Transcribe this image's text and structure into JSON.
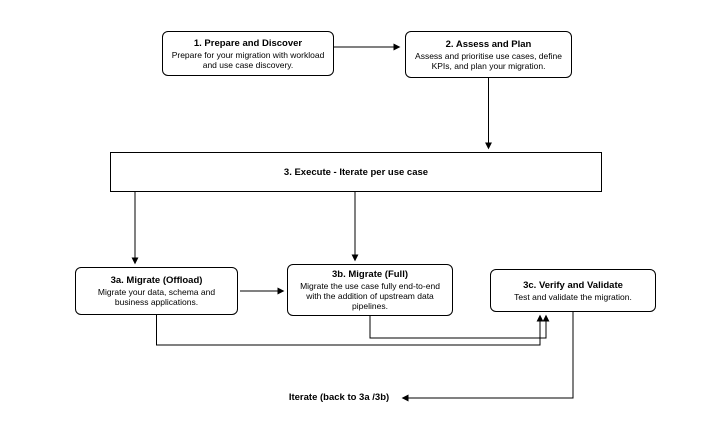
{
  "diagram": {
    "nodes": {
      "prepare": {
        "title": "1. Prepare and Discover",
        "body": "Prepare for your migration with workload and use case discovery."
      },
      "assess": {
        "title": "2. Assess and Plan",
        "body": "Assess and prioritise use cases, define KPIs, and plan your migration."
      },
      "execute": {
        "title": "3. Execute - Iterate per use case"
      },
      "migrate_offload": {
        "title": "3a. Migrate (Offload)",
        "body": "Migrate your data, schema and business applications."
      },
      "migrate_full": {
        "title": "3b. Migrate (Full)",
        "body": "Migrate the use case fully end-to-end with the addition of upstream data pipelines."
      },
      "verify": {
        "title": "3c. Verify and Validate",
        "body": "Test and validate the migration."
      }
    },
    "labels": {
      "iterate": "Iterate (back to 3a /3b)"
    },
    "colors": {
      "stroke": "#000000",
      "node_fill": "#ffffff",
      "background": "#ffffff"
    }
  }
}
